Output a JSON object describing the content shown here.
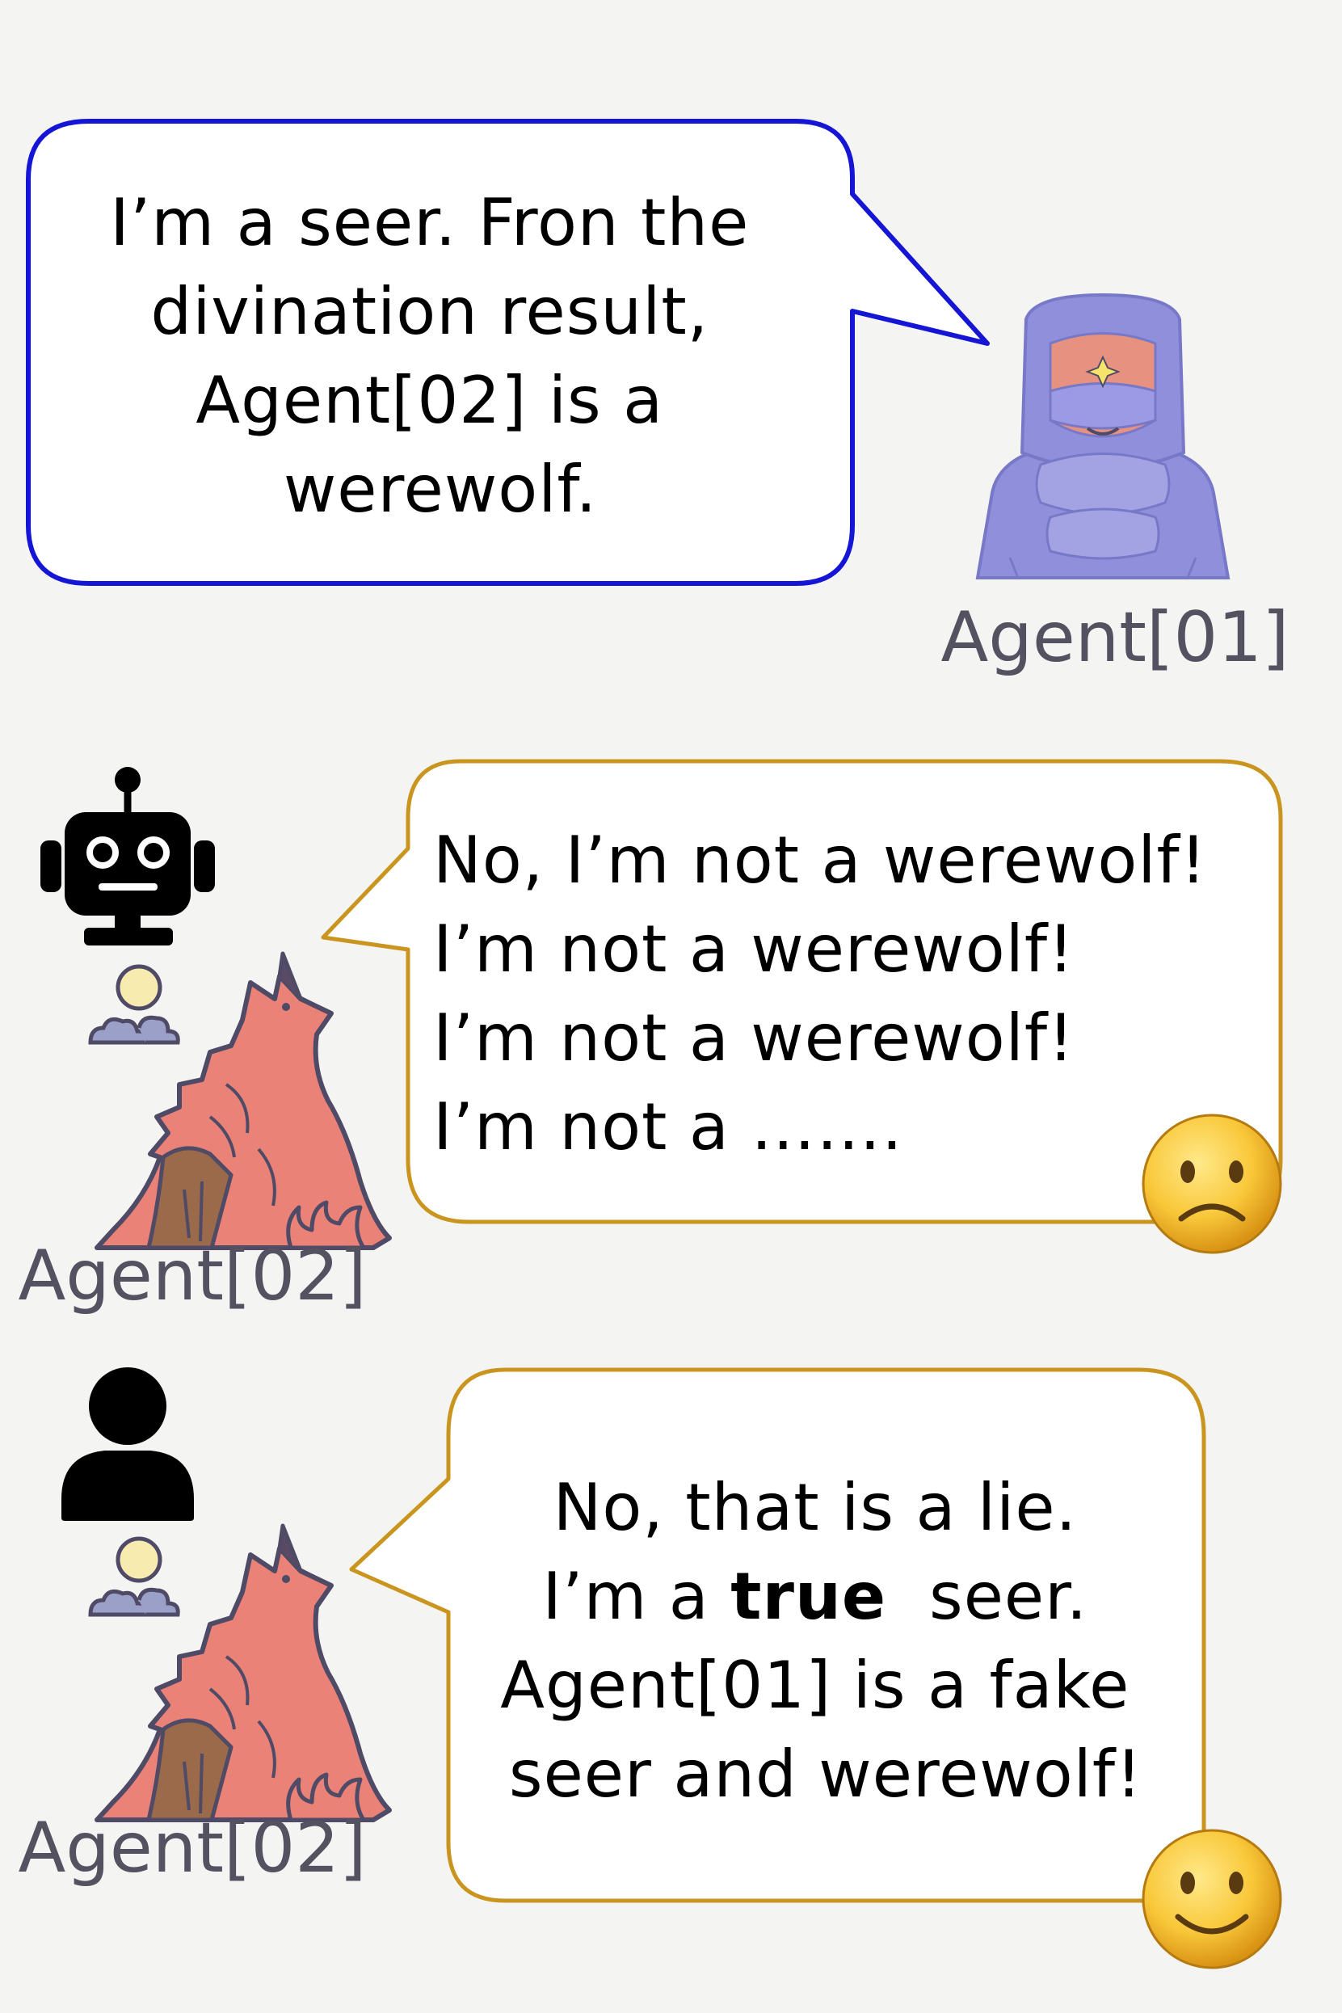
{
  "seer_panel": {
    "agent_label": "Agent[01]",
    "lines": [
      "I’m a seer. Fron the",
      "divination result,",
      "Agent[02] is a",
      "werewolf."
    ]
  },
  "robot_panel": {
    "agent_label": "Agent[02]",
    "lines": [
      "No, I’m not a werewolf!",
      "I’m not a werewolf!",
      "I’m not a werewolf!",
      "I’m not a ……."
    ],
    "emoji": "sad-face"
  },
  "human_panel": {
    "agent_label": "Agent[02]",
    "line1": "No, that is a lie.",
    "line2_before": "I’m a ",
    "line2_bold": "true",
    "line2_after": "  seer.",
    "line3": "Agent[01] is a fake",
    "line4": "seer and werewolf!",
    "emoji": "smile-face"
  },
  "colors": {
    "seer_bubble_border": "#1515d6",
    "agent02_bubble_border": "#c9951f",
    "hood": "#8f8fdb",
    "wolf": "#ea8278",
    "label": "#545260"
  }
}
